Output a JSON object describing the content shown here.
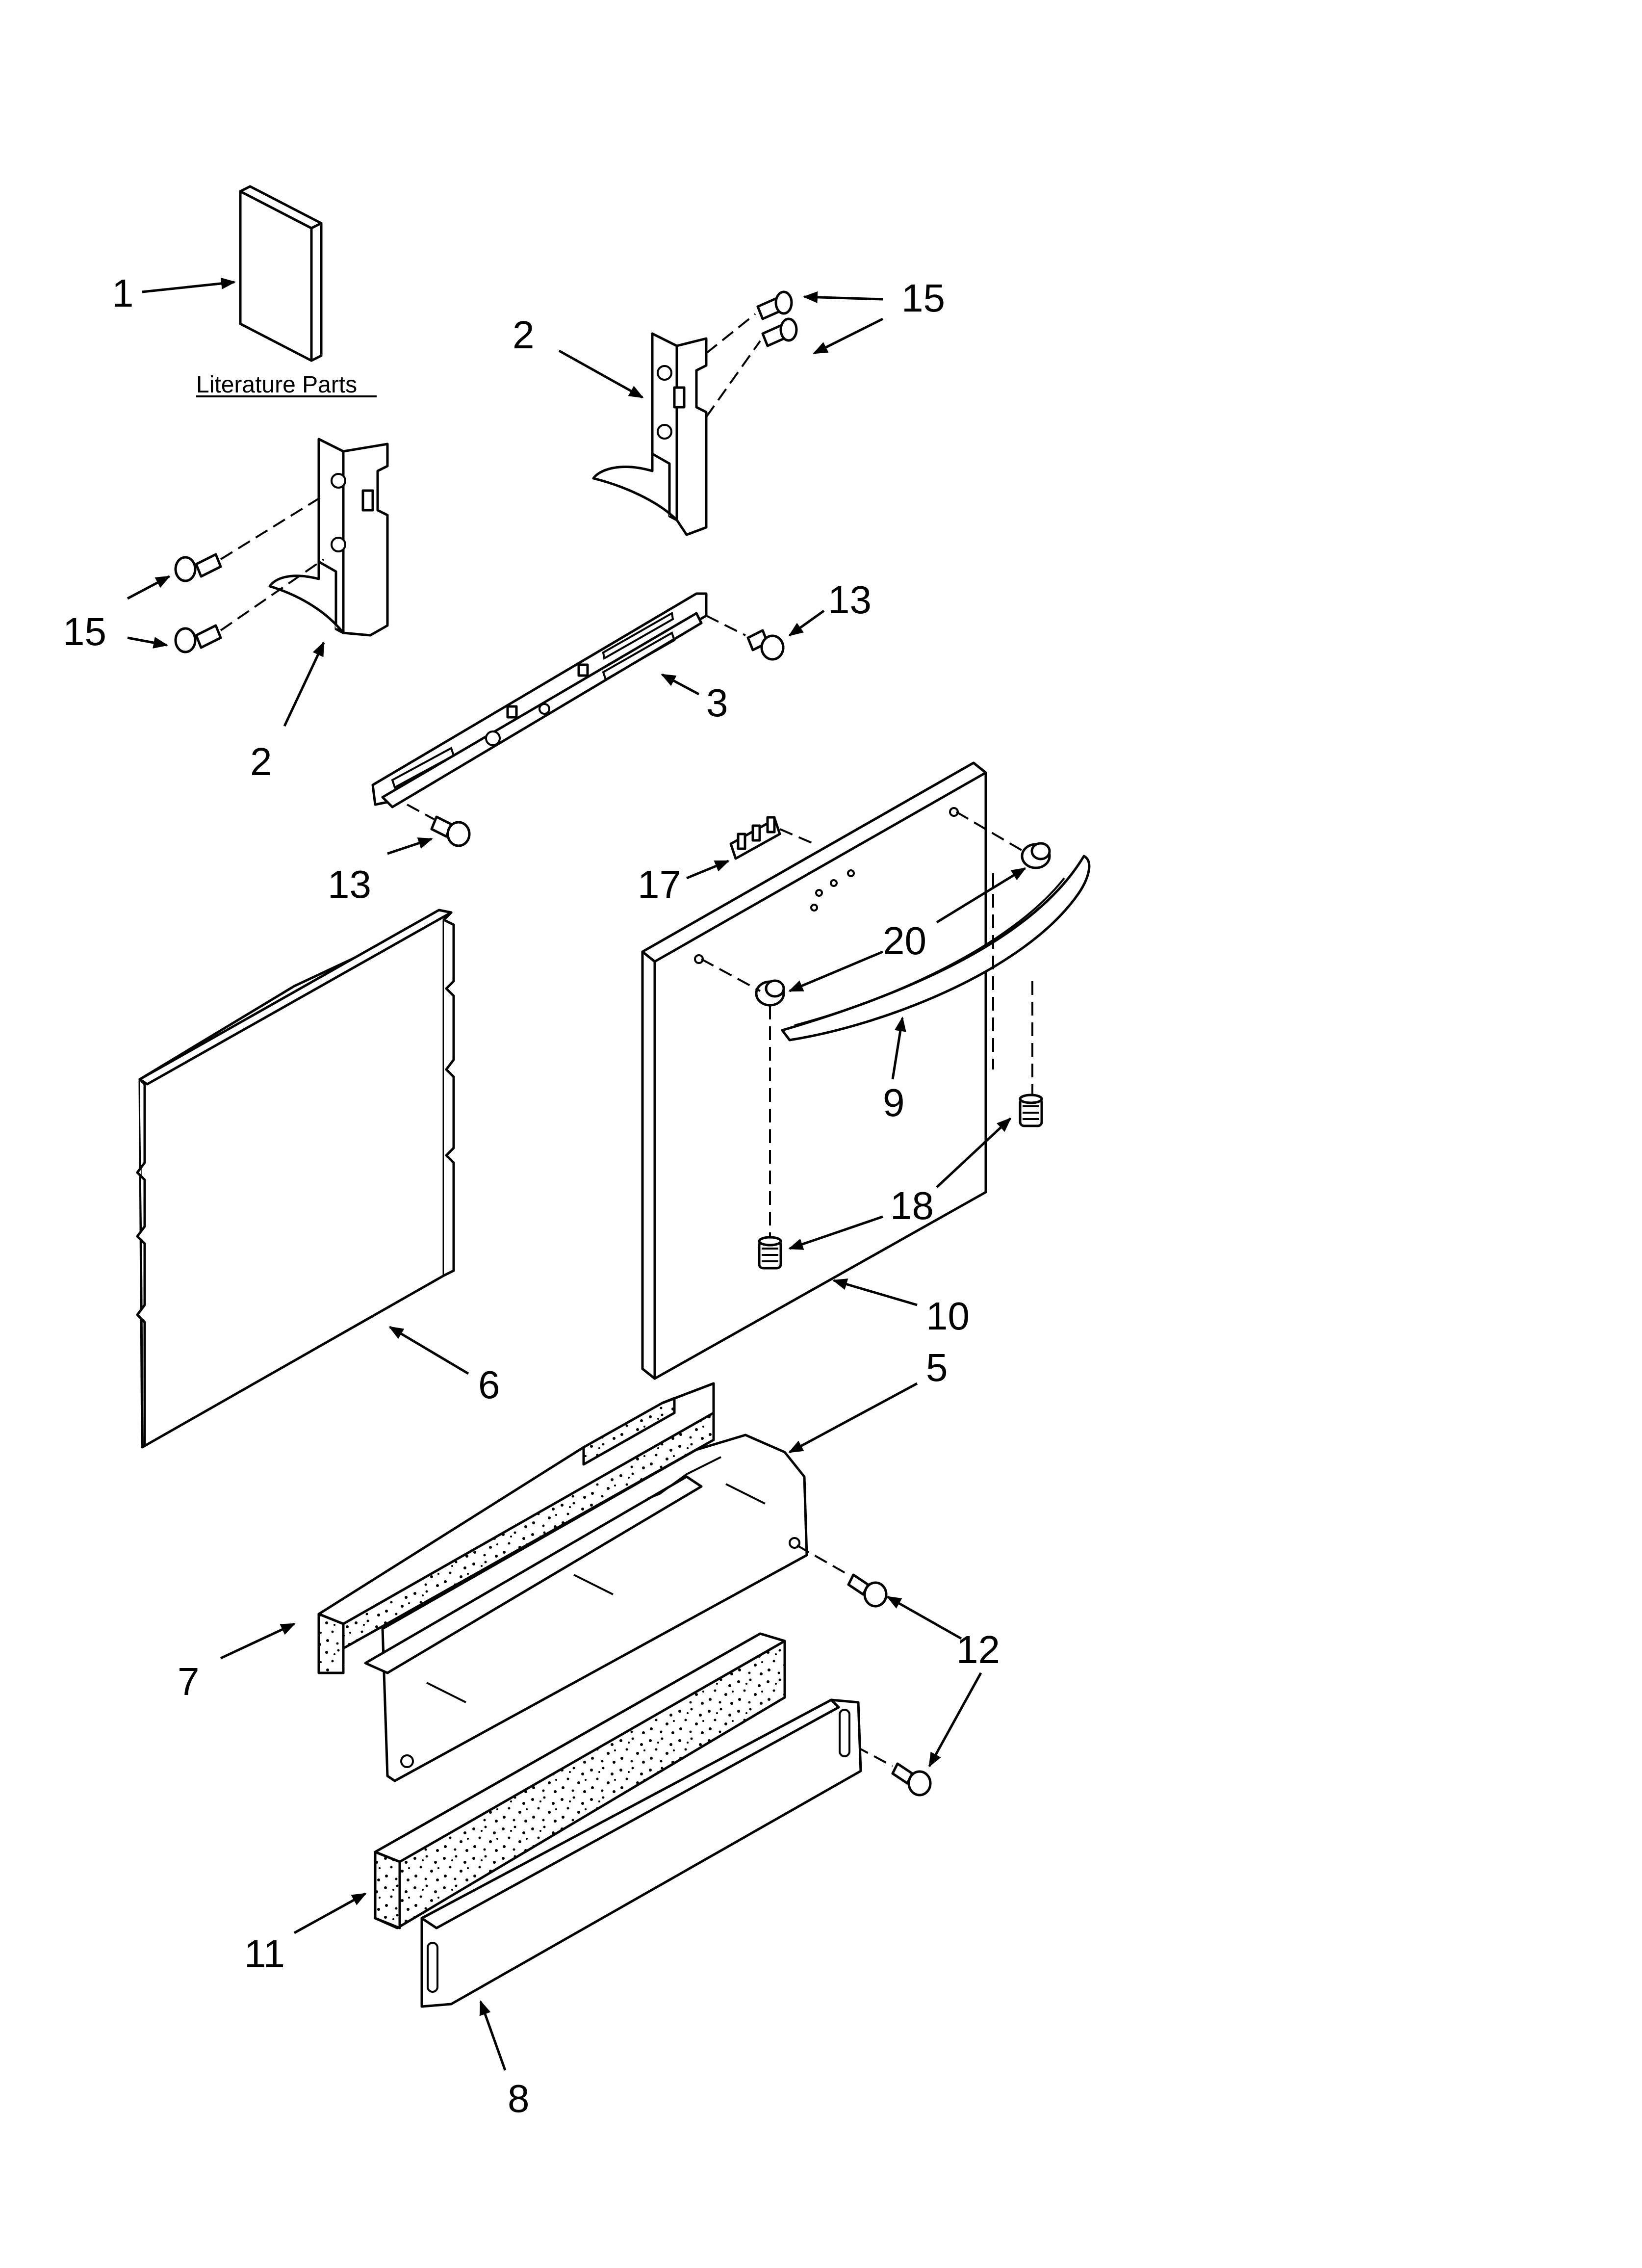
{
  "literature_caption": "Literature Parts",
  "callouts": {
    "c1": "1",
    "c2a": "2",
    "c2b": "2",
    "c3": "3",
    "c5": "5",
    "c6": "6",
    "c7": "7",
    "c8": "8",
    "c9": "9",
    "c10": "10",
    "c11": "11",
    "c12": "12",
    "c13a": "13",
    "c13b": "13",
    "c15a": "15",
    "c15b": "15",
    "c17": "17",
    "c18": "18",
    "c20": "20"
  }
}
